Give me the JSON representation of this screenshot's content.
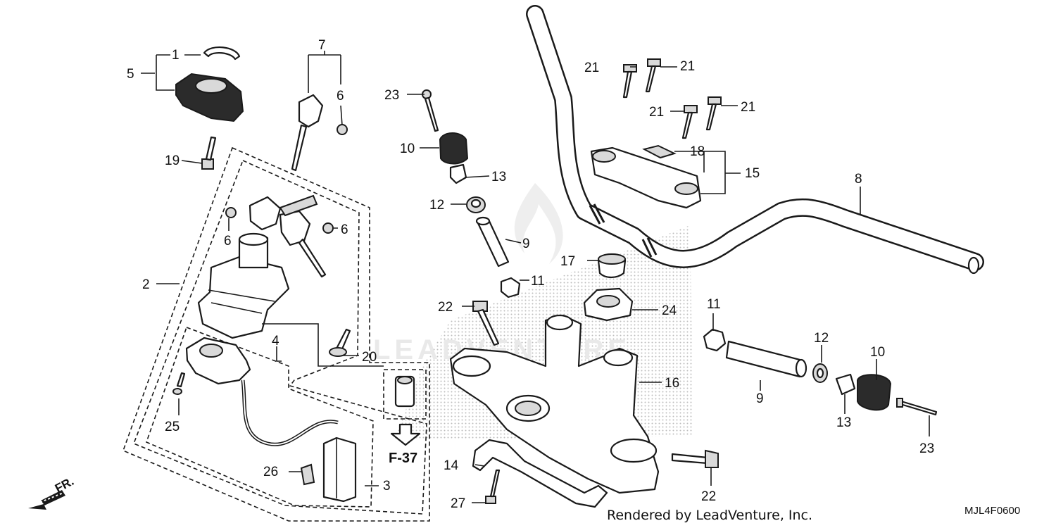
{
  "watermark": {
    "text": "LEADVENTURE"
  },
  "credit": "Rendered by LeadVenture, Inc.",
  "diagram_code": "MJL4F0600",
  "reference": {
    "label": "F-37"
  },
  "direction": {
    "label": "FR."
  },
  "callouts": {
    "c1": "1",
    "c2": "2",
    "c3": "3",
    "c4": "4",
    "c5": "5",
    "c6a": "6",
    "c6b": "6",
    "c6c": "6",
    "c7": "7",
    "c8": "8",
    "c9a": "9",
    "c9b": "9",
    "c10a": "10",
    "c10b": "10",
    "c11a": "11",
    "c11b": "11",
    "c12a": "12",
    "c12b": "12",
    "c13a": "13",
    "c13b": "13",
    "c14": "14",
    "c15": "15",
    "c16": "16",
    "c17": "17",
    "c18": "18",
    "c19": "19",
    "c20": "20",
    "c21a": "21",
    "c21b": "21",
    "c21c": "21",
    "c21d": "21",
    "c22a": "22",
    "c22b": "22",
    "c23a": "23",
    "c23b": "23",
    "c24": "24",
    "c25": "25",
    "c26": "26",
    "c27": "27"
  },
  "colors": {
    "ink": "#1a1a1a",
    "background": "#ffffff",
    "watermark": "#e9e9e9"
  }
}
